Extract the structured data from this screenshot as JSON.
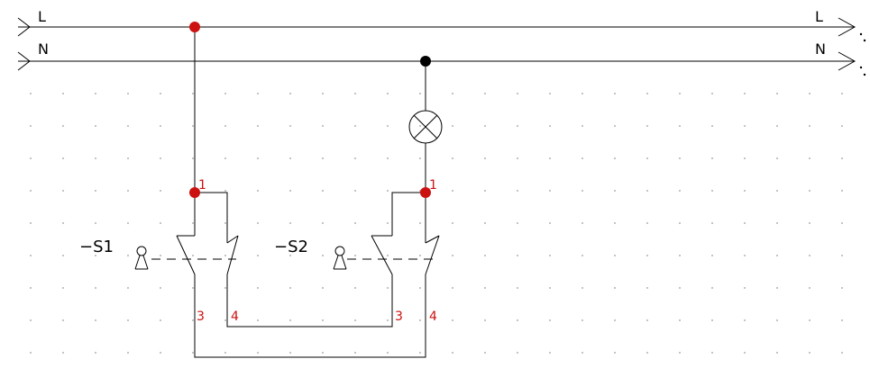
{
  "rails": {
    "phase_left": "L",
    "phase_right": "L",
    "neutral_left": "N",
    "neutral_right": "N"
  },
  "switches": {
    "s1": {
      "ref": "−S1",
      "term_top": "1",
      "term_left": "3",
      "term_right": "4"
    },
    "s2": {
      "ref": "−S2",
      "term_top": "1",
      "term_left": "3",
      "term_right": "4"
    }
  },
  "colors": {
    "wire": "#000000",
    "phase_node": "#cc1111",
    "neutral_node": "#000000",
    "terminal_label": "#cc1111",
    "grid_dot": "#9a9a9a"
  },
  "icons": {
    "lamp": "lamp-icon",
    "key_s1": "key-operator-icon",
    "key_s2": "key-operator-icon"
  }
}
